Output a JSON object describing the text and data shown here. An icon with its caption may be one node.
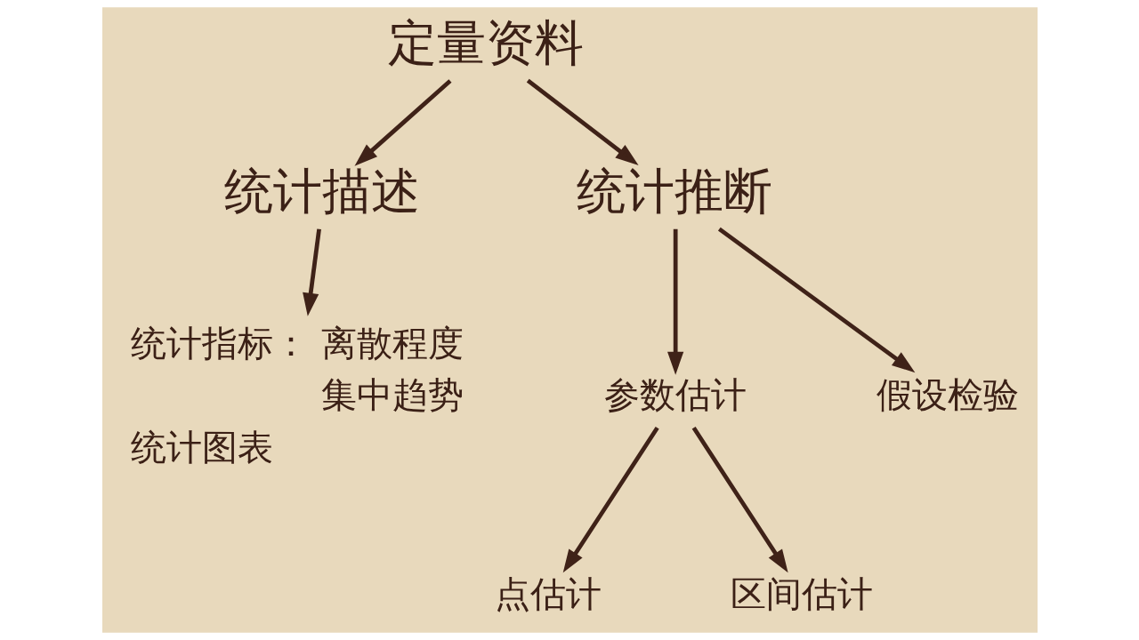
{
  "diagram": {
    "nodes": [
      {
        "text": [
          "定量资料"
        ]
      },
      {
        "text": [
          "统计描述"
        ]
      },
      {
        "text": [
          "统计推断"
        ]
      },
      {
        "text": [
          "统计指标：",
          "离散程度",
          "集中趋势",
          "统计图表"
        ]
      },
      {
        "text": [
          "参数估计"
        ]
      },
      {
        "text": [
          "假设检验"
        ]
      },
      {
        "text": [
          "点估计"
        ]
      },
      {
        "text": [
          "区间估计"
        ]
      }
    ],
    "edges": [
      {
        "from": 0,
        "to": 1,
        "arrow": "to"
      },
      {
        "from": 0,
        "to": 2,
        "arrow": "to"
      },
      {
        "from": 1,
        "to": 3,
        "arrow": "to"
      },
      {
        "from": 2,
        "to": 4,
        "arrow": "to"
      },
      {
        "from": 2,
        "to": 5,
        "arrow": "to"
      },
      {
        "from": 4,
        "to": 6,
        "arrow": "to"
      },
      {
        "from": 4,
        "to": 7,
        "arrow": "to"
      }
    ]
  }
}
